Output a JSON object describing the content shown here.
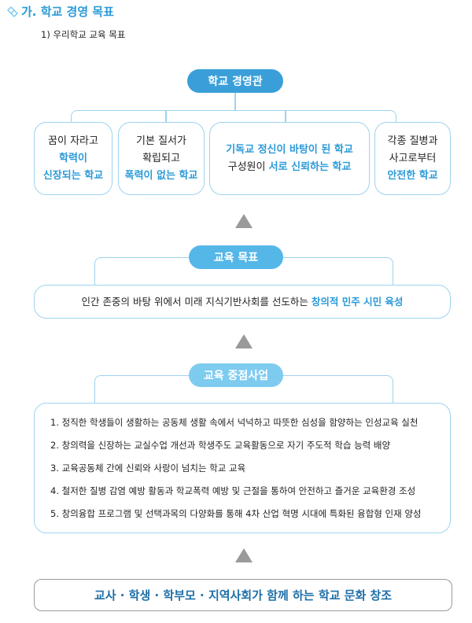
{
  "header": {
    "title": "가. 학교 경영 목표",
    "subtitle": "1) 우리학교 교육 목표",
    "icon": "diamond-link-icon"
  },
  "management": {
    "label": "학교 경영관",
    "boxes": [
      {
        "lines": [
          {
            "t": "꿈이 자라고",
            "hl": false
          },
          {
            "t": "학력이",
            "hl": true
          },
          {
            "t": "신장되는 학교",
            "hl": true
          }
        ]
      },
      {
        "lines": [
          {
            "t": "기본 질서가",
            "hl": false
          },
          {
            "t": "확립되고",
            "hl": false
          },
          {
            "t": "폭력이 없는 학교",
            "hl": true
          }
        ]
      },
      {
        "line1": "기독교 정신이 바탕이 된 학교",
        "line2_plain": "구성원이 ",
        "line2_hl": "서로 신뢰하는 학교"
      },
      {
        "lines": [
          {
            "t": "각종 질병과",
            "hl": false
          },
          {
            "t": "사고로부터",
            "hl": false
          },
          {
            "t": "안전한 학교",
            "hl": true
          }
        ]
      }
    ]
  },
  "goal": {
    "label": "교육 목표",
    "text_plain": "인간 존중의 바탕 위에서 미래 지식기반사회를 선도하는 ",
    "text_hl": "창의적 민주 시민 육성"
  },
  "projects": {
    "label": "교육 중점사업",
    "items": [
      "1. 정직한 학생들이 생활하는 공동체 생활 속에서 넉넉하고 따뜻한 심성을 함양하는 인성교육 실천",
      "2. 창의력을 신장하는 교실수업 개선과 학생주도 교육활동으로 자기 주도적 학습 능력 배양",
      "3. 교육공동체 간에 신뢰와 사랑이 넘치는 학교 교육",
      "4. 철저한 질병 감염 예방 활동과 학교폭력 예방 및 근절을 통하여 안전하고 즐거운 교육환경 조성",
      "5. 창의융합 프로그램 및 선택과목의 다양화를 통해 4차 산업 혁명 시대에 특화된 융합형 인재 양성"
    ]
  },
  "vision": "교사 · 학생 · 학부모 · 지역사회가 함께 하는 학교 문화 창조",
  "colors": {
    "pill1": "#3a9fd9",
    "pill2": "#55b6e8",
    "pill3": "#7ecbf0",
    "accent": "#2a9ad8",
    "vision": "#1e6fa8"
  }
}
